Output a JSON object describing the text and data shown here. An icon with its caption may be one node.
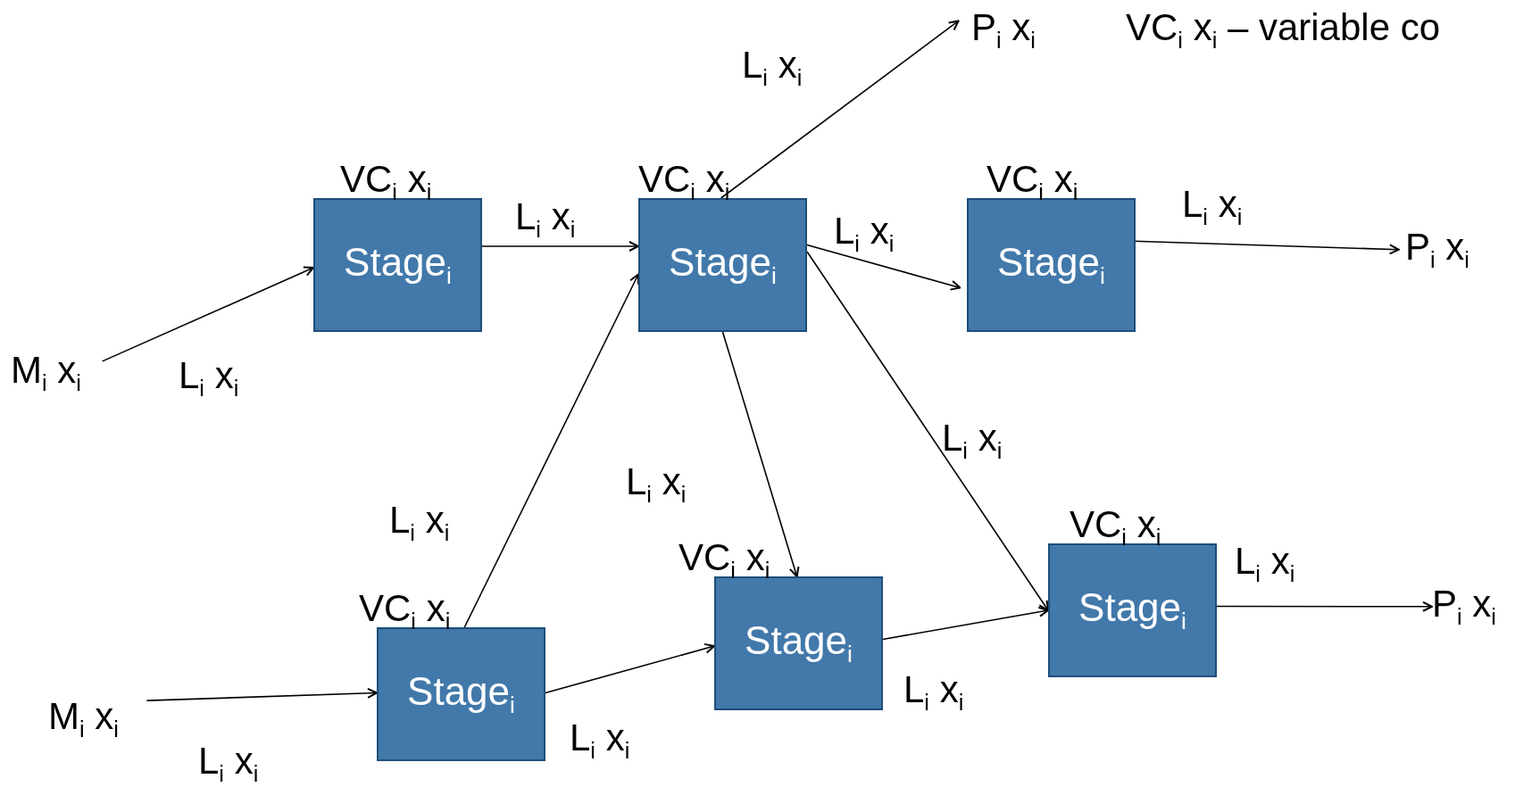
{
  "diagram": {
    "nodes": [
      {
        "text": [
          "M$_{i}$ x$_{i}$"
        ]
      },
      {
        "text": [
          "Stage$_{i}$"
        ],
        "beside": [
          "VC$_{i}$ x$_{i}$"
        ]
      },
      {
        "text": [
          "Stage$_{i}$"
        ],
        "beside": [
          "VC$_{i}$ x$_{i}$"
        ]
      },
      {
        "text": [
          "P$_{i}$ x$_{i}$"
        ]
      },
      {
        "text": [
          "Stage$_{i}$"
        ],
        "beside": [
          "VC$_{i}$ x$_{i}$"
        ]
      },
      {
        "text": [
          "P$_{i}$ x$_{i}$"
        ]
      },
      {
        "text": [
          "M$_{i}$ x$_{i}$"
        ]
      },
      {
        "text": [
          "Stage$_{i}$"
        ],
        "beside": [
          "VC$_{i}$ x$_{i}$"
        ]
      },
      {
        "text": [
          "Stage$_{i}$"
        ],
        "beside": [
          "VC$_{i}$ x$_{i}$"
        ]
      },
      {
        "text": [
          "Stage$_{i}$"
        ],
        "beside": [
          "VC$_{i}$ x$_{i}$"
        ]
      },
      {
        "text": [
          "P$_{i}$ x$_{i}$"
        ]
      }
    ],
    "edges": [
      {
        "from": 0,
        "to": 1,
        "arrow": "to",
        "label": "L$_{i}$ x$_{i}$"
      },
      {
        "from": 1,
        "to": 2,
        "arrow": "to",
        "label": "L$_{i}$ x$_{i}$"
      },
      {
        "from": 2,
        "to": 3,
        "arrow": "to",
        "label": "L$_{i}$ x$_{i}$"
      },
      {
        "from": 2,
        "to": 4,
        "arrow": "to",
        "label": "L$_{i}$ x$_{i}$"
      },
      {
        "from": 4,
        "to": 5,
        "arrow": "to",
        "label": "L$_{i}$ x$_{i}$"
      },
      {
        "from": 2,
        "to": 8,
        "arrow": "to",
        "label": "L$_{i}$ x$_{i}$"
      },
      {
        "from": 2,
        "to": 9,
        "arrow": "to",
        "label": "L$_{i}$ x$_{i}$"
      },
      {
        "from": 7,
        "to": 2,
        "arrow": "to",
        "label": "L$_{i}$ x$_{i}$"
      },
      {
        "from": 6,
        "to": 7,
        "arrow": "to",
        "label": "L$_{i}$ x$_{i}$"
      },
      {
        "from": 7,
        "to": 8,
        "arrow": "to",
        "label": "L$_{i}$ x$_{i}$"
      },
      {
        "from": 8,
        "to": 9,
        "arrow": "to",
        "label": "L$_{i}$ x$_{i}$"
      },
      {
        "from": 9,
        "to": 10,
        "arrow": "to",
        "label": "L$_{i}$ x$_{i}$"
      }
    ],
    "labels": [
      "VC$_{i}$ x$_{i}$ – variable co"
    ]
  }
}
